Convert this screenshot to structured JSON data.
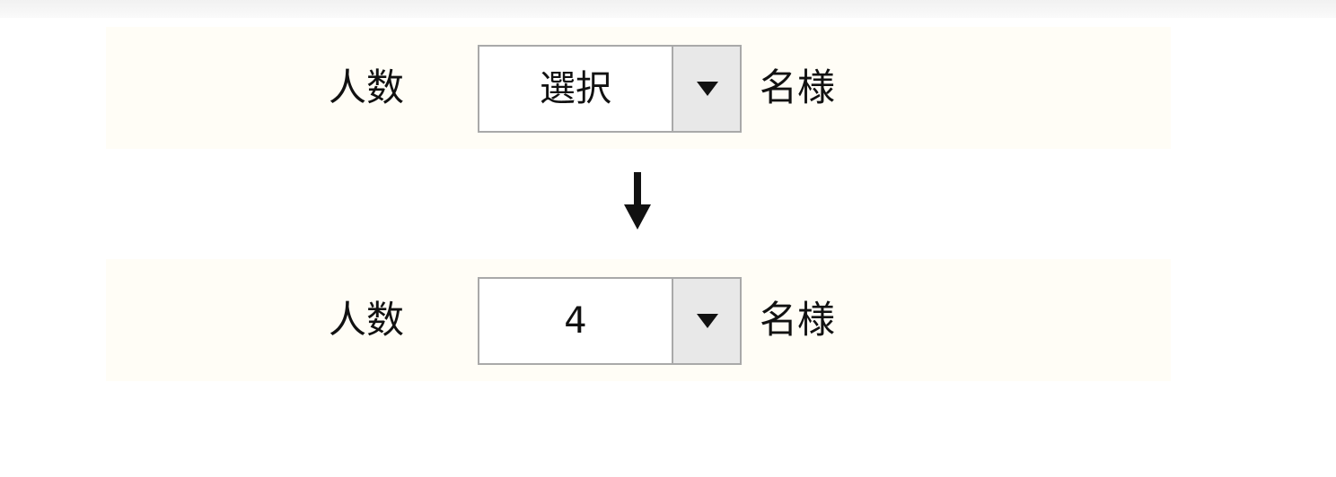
{
  "before": {
    "label": "人数",
    "select": {
      "value": "選択",
      "icon": "chevron-down-icon"
    },
    "unit": "名様"
  },
  "transition": {
    "icon": "arrow-down-icon"
  },
  "after": {
    "label": "人数",
    "select": {
      "value": "4",
      "icon": "chevron-down-icon"
    },
    "unit": "名様"
  }
}
